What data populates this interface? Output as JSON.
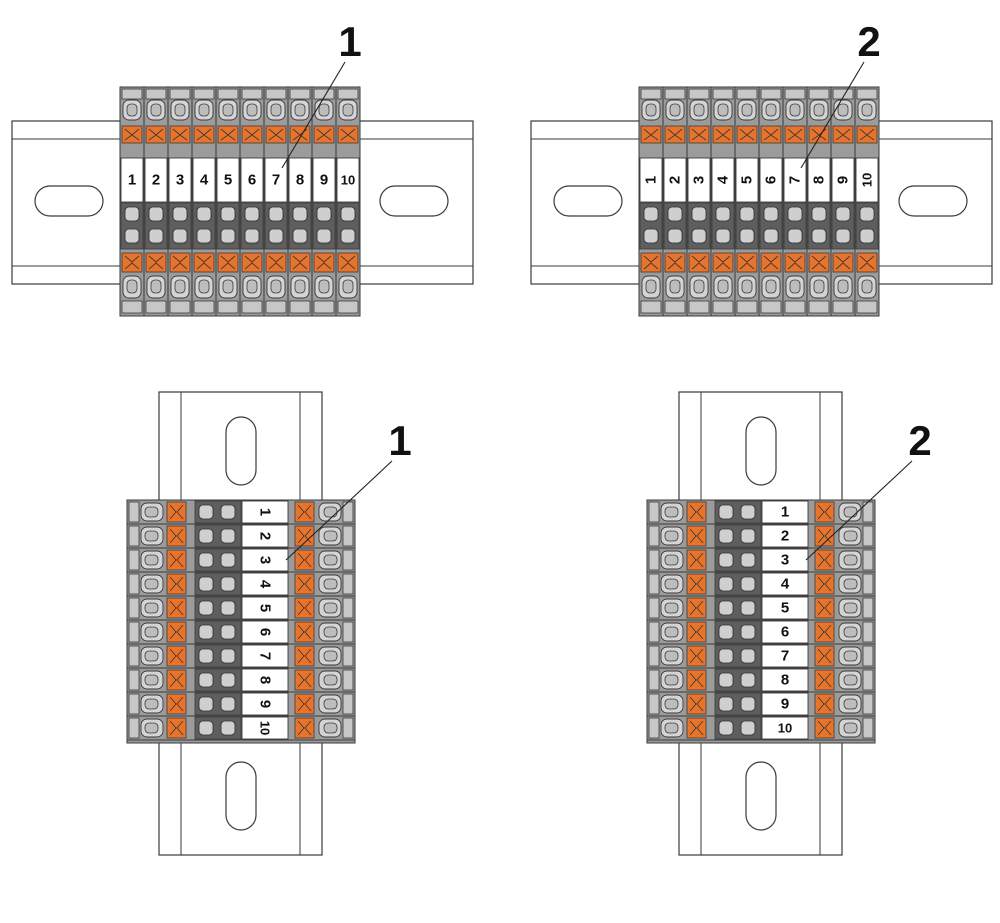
{
  "views": [
    {
      "id": "view-horizontal-rotated",
      "callout": "1",
      "markers": [
        "1",
        "2",
        "3",
        "4",
        "5",
        "6",
        "7",
        "8",
        "9",
        "10"
      ]
    },
    {
      "id": "view-horizontal-upright",
      "callout": "2",
      "markers": [
        "1",
        "2",
        "3",
        "4",
        "5",
        "6",
        "7",
        "8",
        "9",
        "10"
      ]
    },
    {
      "id": "view-vertical-rotated",
      "callout": "1",
      "markers": [
        "1",
        "2",
        "3",
        "4",
        "5",
        "6",
        "7",
        "8",
        "9",
        "10"
      ]
    },
    {
      "id": "view-vertical-upright",
      "callout": "2",
      "markers": [
        "1",
        "2",
        "3",
        "4",
        "5",
        "6",
        "7",
        "8",
        "9",
        "10"
      ]
    }
  ],
  "colors": {
    "lever": "#e8742c",
    "housing": "#9b9b9b",
    "housing_dark": "#6f6f6f",
    "outline": "#3a3a3a"
  }
}
